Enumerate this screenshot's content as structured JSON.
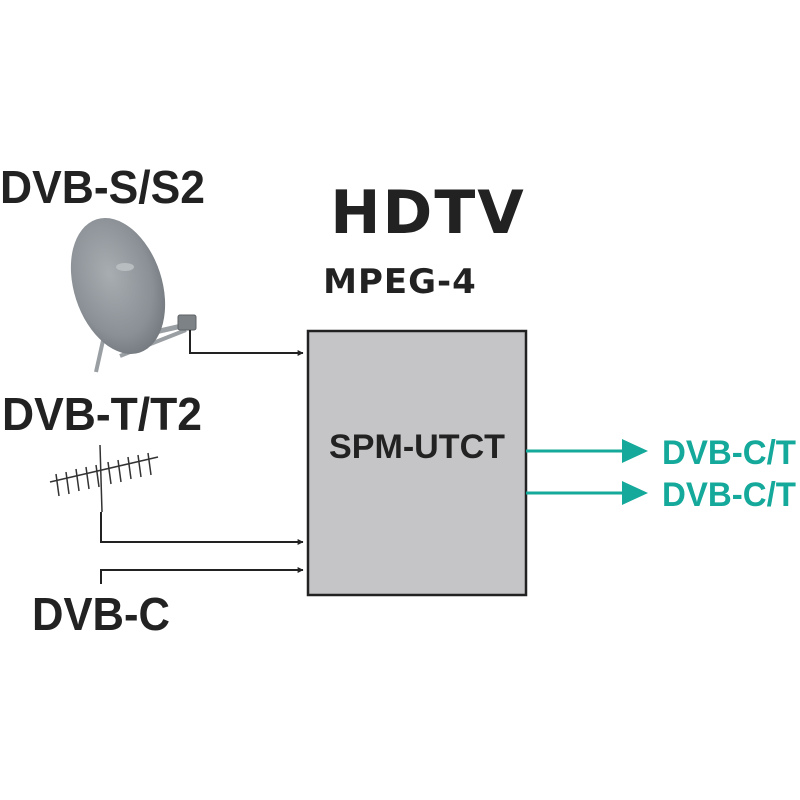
{
  "labels": {
    "satellite": "DVB-S/S2",
    "terrestrial": "DVB-T/T2",
    "cable": "DVB-C",
    "hdtv": "HDTV",
    "codec": "MPEG-4",
    "module": "SPM-UTCT",
    "output_1": "DVB-C/T",
    "output_2": "DVB-C/T"
  },
  "colors": {
    "line": "#222222",
    "module_fill": "#c5c5c7",
    "output": "#14a99a",
    "dish": "#8e9498"
  },
  "icons": {
    "satellite": "satellite-dish-icon",
    "terrestrial": "yagi-antenna-icon"
  }
}
